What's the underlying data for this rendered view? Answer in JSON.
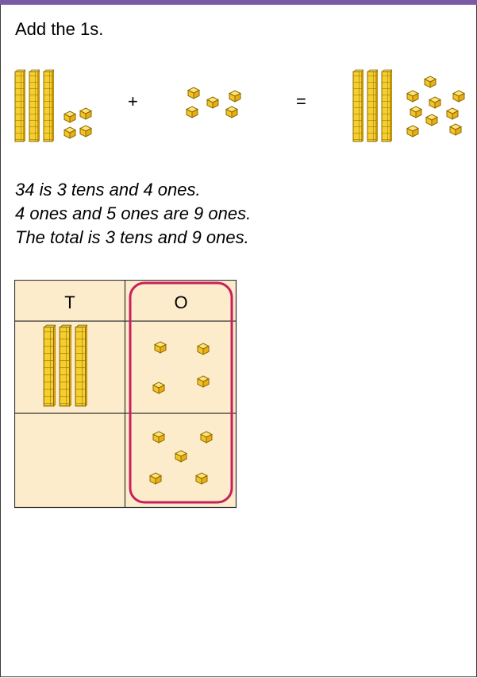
{
  "instruction": "Add the 1s.",
  "equation": {
    "plus": "+",
    "equals": "="
  },
  "explanation": [
    "34 is 3 tens and 4 ones.",
    "4 ones and 5 ones are 9 ones.",
    "The total is 3 tens and 9 ones."
  ],
  "place_value_chart": {
    "headers": [
      "T",
      "O"
    ],
    "rows": [
      {
        "tens": 3,
        "ones": 4
      },
      {
        "tens": 0,
        "ones": 5
      }
    ]
  },
  "colors": {
    "cube_fill": "#f6cf2e",
    "cube_stroke": "#8b6a00",
    "chart_background": "#fdeccb",
    "highlight_border": "#c8205c",
    "accent_bar": "#7a5aa3"
  }
}
